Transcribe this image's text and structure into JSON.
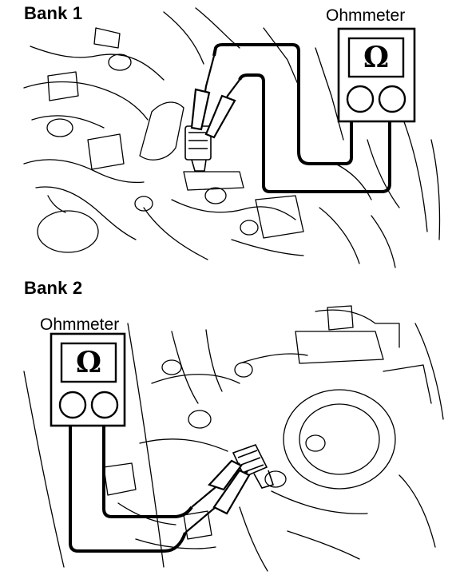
{
  "diagram": {
    "bank1": {
      "title": "Bank 1",
      "meter_label": "Ohmmeter",
      "meter_symbol": "Ω"
    },
    "bank2": {
      "title": "Bank 2",
      "meter_label": "Ohmmeter",
      "meter_symbol": "Ω"
    }
  },
  "colors": {
    "ink": "#000000",
    "paper": "#ffffff"
  }
}
